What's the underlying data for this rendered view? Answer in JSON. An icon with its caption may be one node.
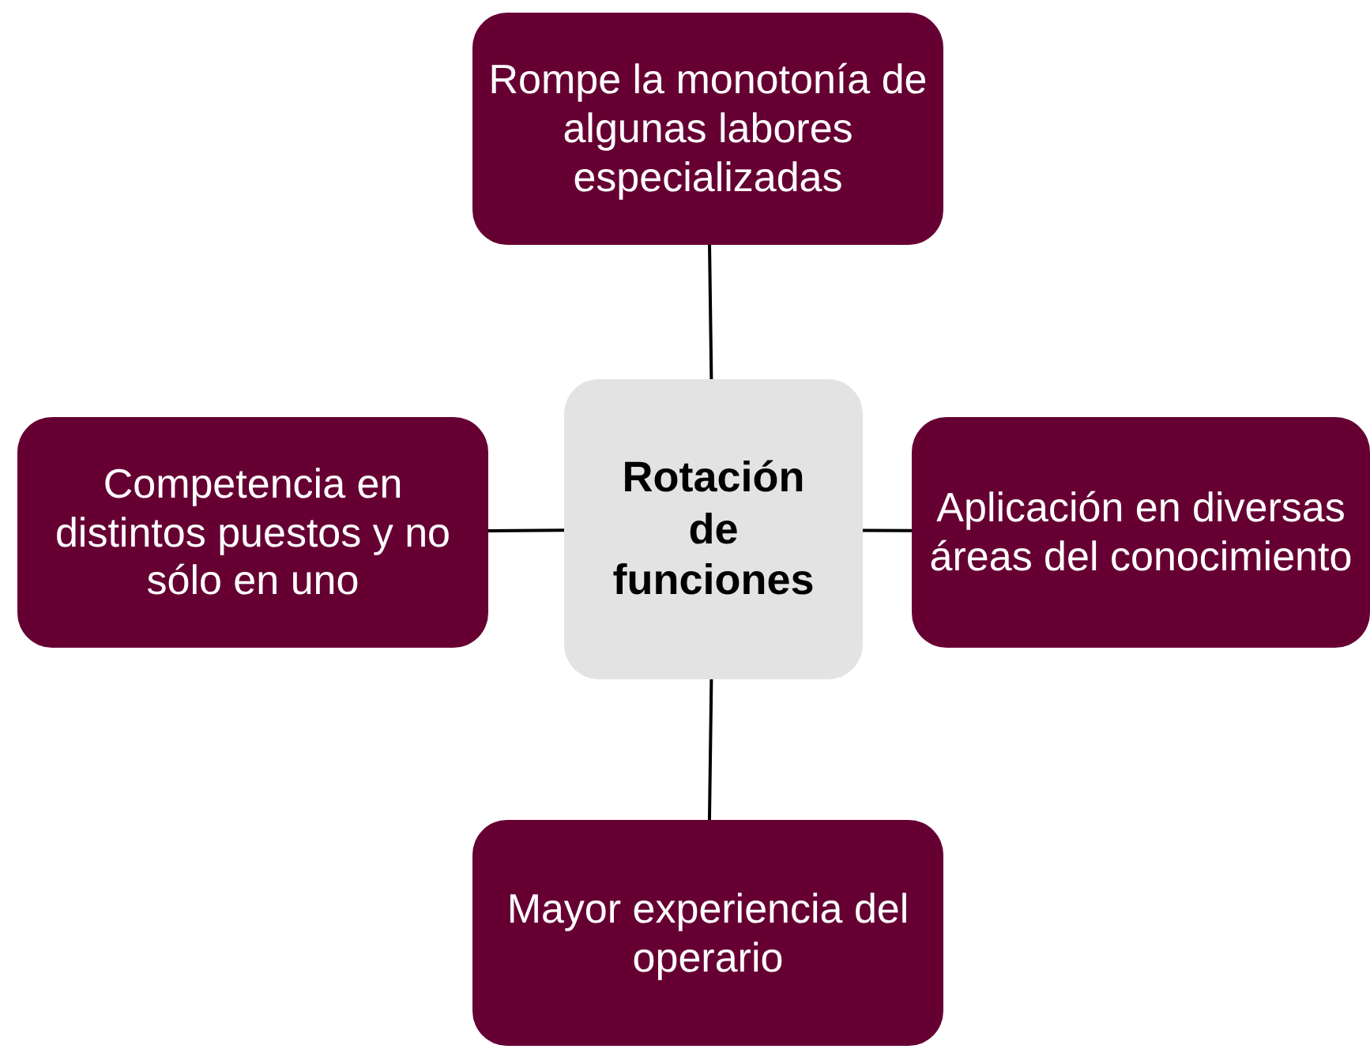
{
  "diagram": {
    "nodes": [
      {
        "text": [
          "Rompe la monotonía de algunas labores especializadas"
        ]
      },
      {
        "text": [
          "Competencia en distintos puestos y no sólo en uno"
        ]
      },
      {
        "text": [
          "Rotación de funciones"
        ]
      },
      {
        "text": [
          "Aplicación en diversas áreas del conocimiento"
        ]
      },
      {
        "text": [
          "Mayor experiencia del operario"
        ]
      }
    ],
    "edges": [
      {
        "from": 2,
        "to": 0,
        "arrow": "none"
      },
      {
        "from": 2,
        "to": 1,
        "arrow": "none"
      },
      {
        "from": 2,
        "to": 3,
        "arrow": "none"
      },
      {
        "from": 2,
        "to": 4,
        "arrow": "none"
      }
    ]
  }
}
